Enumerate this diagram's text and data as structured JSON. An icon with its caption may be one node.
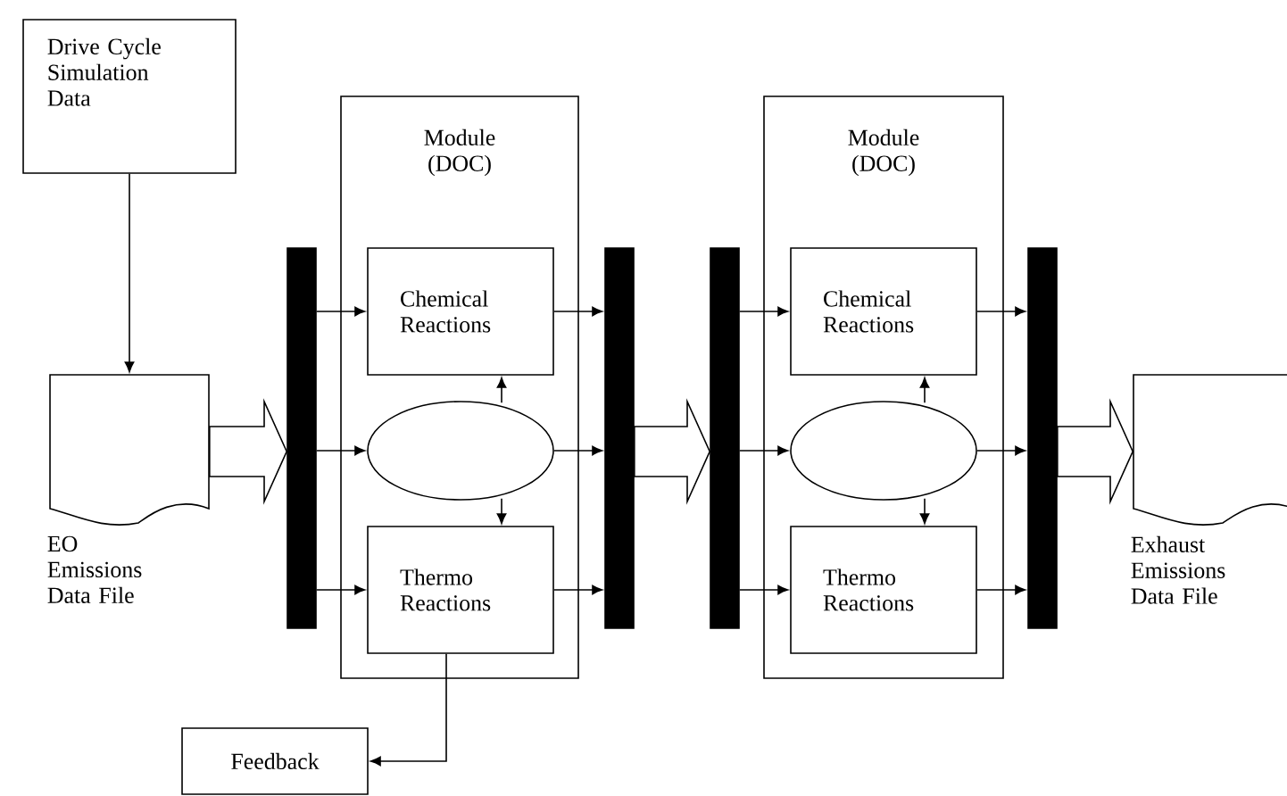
{
  "diagram": {
    "nodes": [
      {
        "text": [
          "Drive Cycle Simulation Data"
        ]
      },
      {
        "text": [
          "EO Emissions Data File"
        ]
      },
      {
        "text": [],
        "shape": "bar"
      },
      {
        "text": [
          "Module (DOC)"
        ]
      },
      {
        "text": [
          "Chemical Reactions"
        ],
        "in": 3
      },
      {
        "text": [],
        "shape": "ellipse",
        "in": 3
      },
      {
        "text": [
          "Thermo Reactions"
        ],
        "in": 3
      },
      {
        "text": [],
        "shape": "bar"
      },
      {
        "text": [],
        "shape": "bar"
      },
      {
        "text": [
          "Module (DOC)"
        ]
      },
      {
        "text": [
          "Chemical Reactions"
        ],
        "in": 9
      },
      {
        "text": [],
        "shape": "ellipse",
        "in": 9
      },
      {
        "text": [
          "Thermo Reactions"
        ],
        "in": 9
      },
      {
        "text": [],
        "shape": "bar"
      },
      {
        "text": [
          "Exhaust Emissions Data File"
        ]
      },
      {
        "text": [
          "Feedback"
        ]
      }
    ],
    "edges": [
      {
        "from": 0,
        "to": 1,
        "arrow": "to"
      },
      {
        "from": 1,
        "to": 2,
        "arrow": "to"
      },
      {
        "from": 2,
        "to": 4,
        "arrow": "to"
      },
      {
        "from": 2,
        "to": 5,
        "arrow": "to"
      },
      {
        "from": 2,
        "to": 6,
        "arrow": "to"
      },
      {
        "from": 5,
        "to": 4,
        "arrow": "to"
      },
      {
        "from": 5,
        "to": 6,
        "arrow": "to"
      },
      {
        "from": 4,
        "to": 7,
        "arrow": "to"
      },
      {
        "from": 5,
        "to": 7,
        "arrow": "to"
      },
      {
        "from": 6,
        "to": 7,
        "arrow": "to"
      },
      {
        "from": 7,
        "to": 8,
        "arrow": "to"
      },
      {
        "from": 8,
        "to": 10,
        "arrow": "to"
      },
      {
        "from": 8,
        "to": 11,
        "arrow": "to"
      },
      {
        "from": 8,
        "to": 12,
        "arrow": "to"
      },
      {
        "from": 11,
        "to": 10,
        "arrow": "to"
      },
      {
        "from": 11,
        "to": 12,
        "arrow": "to"
      },
      {
        "from": 10,
        "to": 13,
        "arrow": "to"
      },
      {
        "from": 11,
        "to": 13,
        "arrow": "to"
      },
      {
        "from": 12,
        "to": 13,
        "arrow": "to"
      },
      {
        "from": 13,
        "to": 14,
        "arrow": "to"
      },
      {
        "from": 6,
        "to": 15,
        "arrow": "to"
      }
    ]
  }
}
